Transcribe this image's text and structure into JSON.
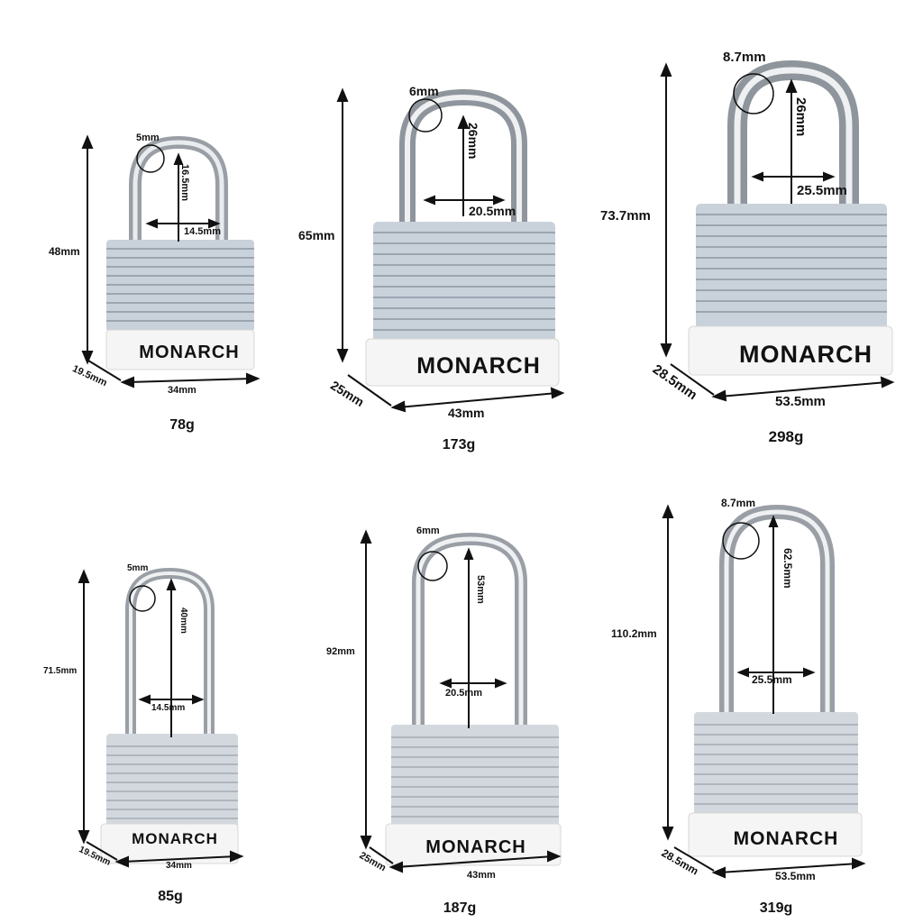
{
  "locks": [
    {
      "brand": "MONARCH",
      "weight": "78g",
      "height": "48mm",
      "depth": "19.5mm",
      "width": "34mm",
      "shackle_diameter": "5mm",
      "shackle_clearance": "16.5mm",
      "shackle_width": "14.5mm"
    },
    {
      "brand": "MONARCH",
      "weight": "173g",
      "height": "65mm",
      "depth": "25mm",
      "width": "43mm",
      "shackle_diameter": "6mm",
      "shackle_clearance": "26mm",
      "shackle_width": "20.5mm"
    },
    {
      "brand": "MONARCH",
      "weight": "298g",
      "height": "73.7mm",
      "depth": "28.5mm",
      "width": "53.5mm",
      "shackle_diameter": "8.7mm",
      "shackle_clearance": "26mm",
      "shackle_width": "25.5mm"
    },
    {
      "brand": "MONARCH",
      "weight": "85g",
      "height": "71.5mm",
      "depth": "19.5mm",
      "width": "34mm",
      "shackle_diameter": "5mm",
      "shackle_clearance": "40mm",
      "shackle_width": "14.5mm"
    },
    {
      "brand": "MONARCH",
      "weight": "187g",
      "height": "92mm",
      "depth": "25mm",
      "width": "43mm",
      "shackle_diameter": "6mm",
      "shackle_clearance": "53mm",
      "shackle_width": "20.5mm"
    },
    {
      "brand": "MONARCH",
      "weight": "319g",
      "height": "110.2mm",
      "depth": "28.5mm",
      "width": "53.5mm",
      "shackle_diameter": "8.7mm",
      "shackle_clearance": "62.5mm",
      "shackle_width": "25.5mm"
    }
  ]
}
